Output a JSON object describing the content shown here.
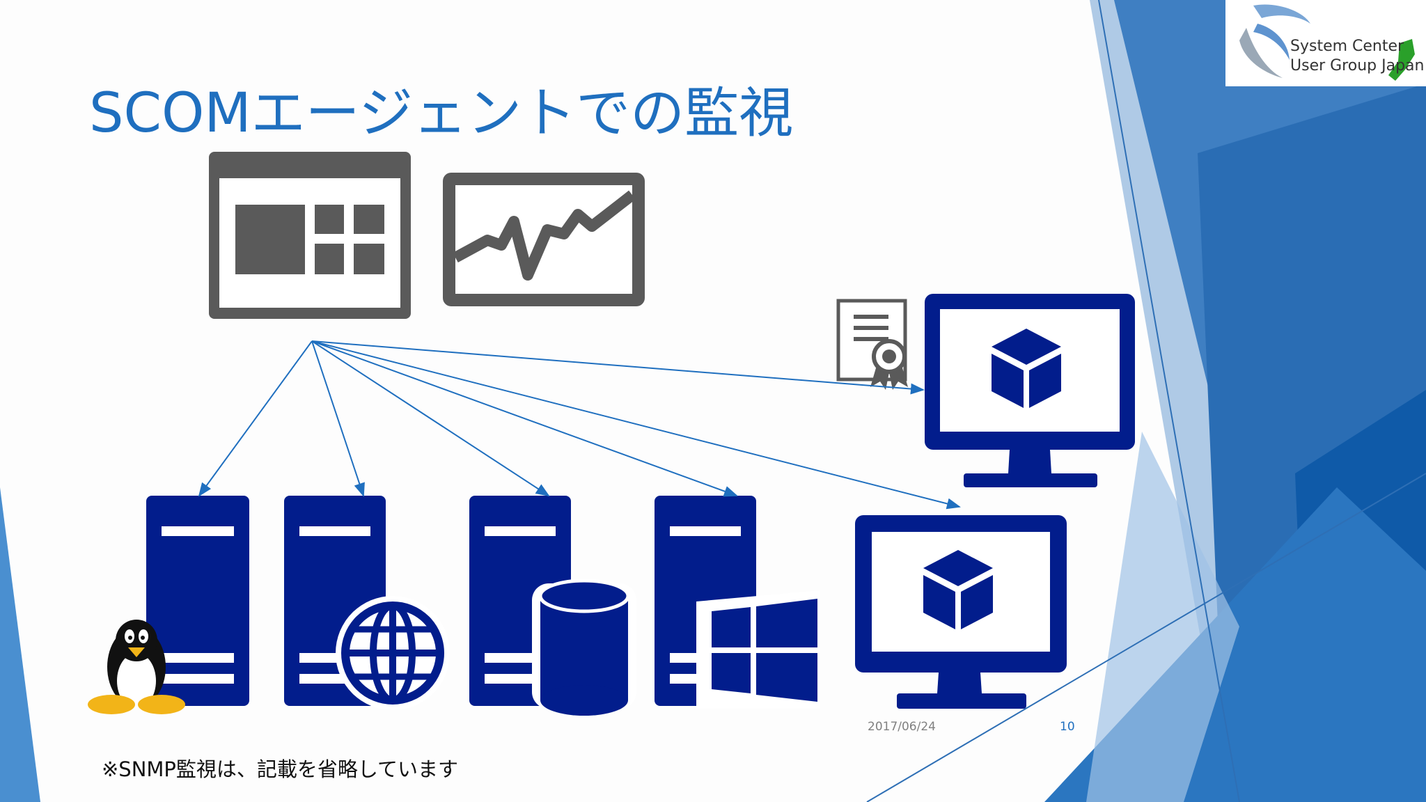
{
  "slide": {
    "title": "SCOMエージェントでの監視",
    "date": "2017/06/24",
    "page_number": "10",
    "footnote": "※SNMP監視は、記載を省略しています"
  },
  "logo": {
    "line1": "System Center",
    "line2": "User Group Japan"
  },
  "colors": {
    "title": "#1f6fbf",
    "server_navy": "#021d8c",
    "console_gray": "#5a5a5a",
    "arrow": "#1f6fbf",
    "accent_blue": "#1e6fb8"
  },
  "icons": [
    "dashboard-icon",
    "performance-chart-icon",
    "certificate-icon",
    "linux-penguin-icon",
    "server-icon",
    "web-server-icon",
    "database-server-icon",
    "windows-server-icon",
    "virtual-machine-monitor-icon"
  ]
}
